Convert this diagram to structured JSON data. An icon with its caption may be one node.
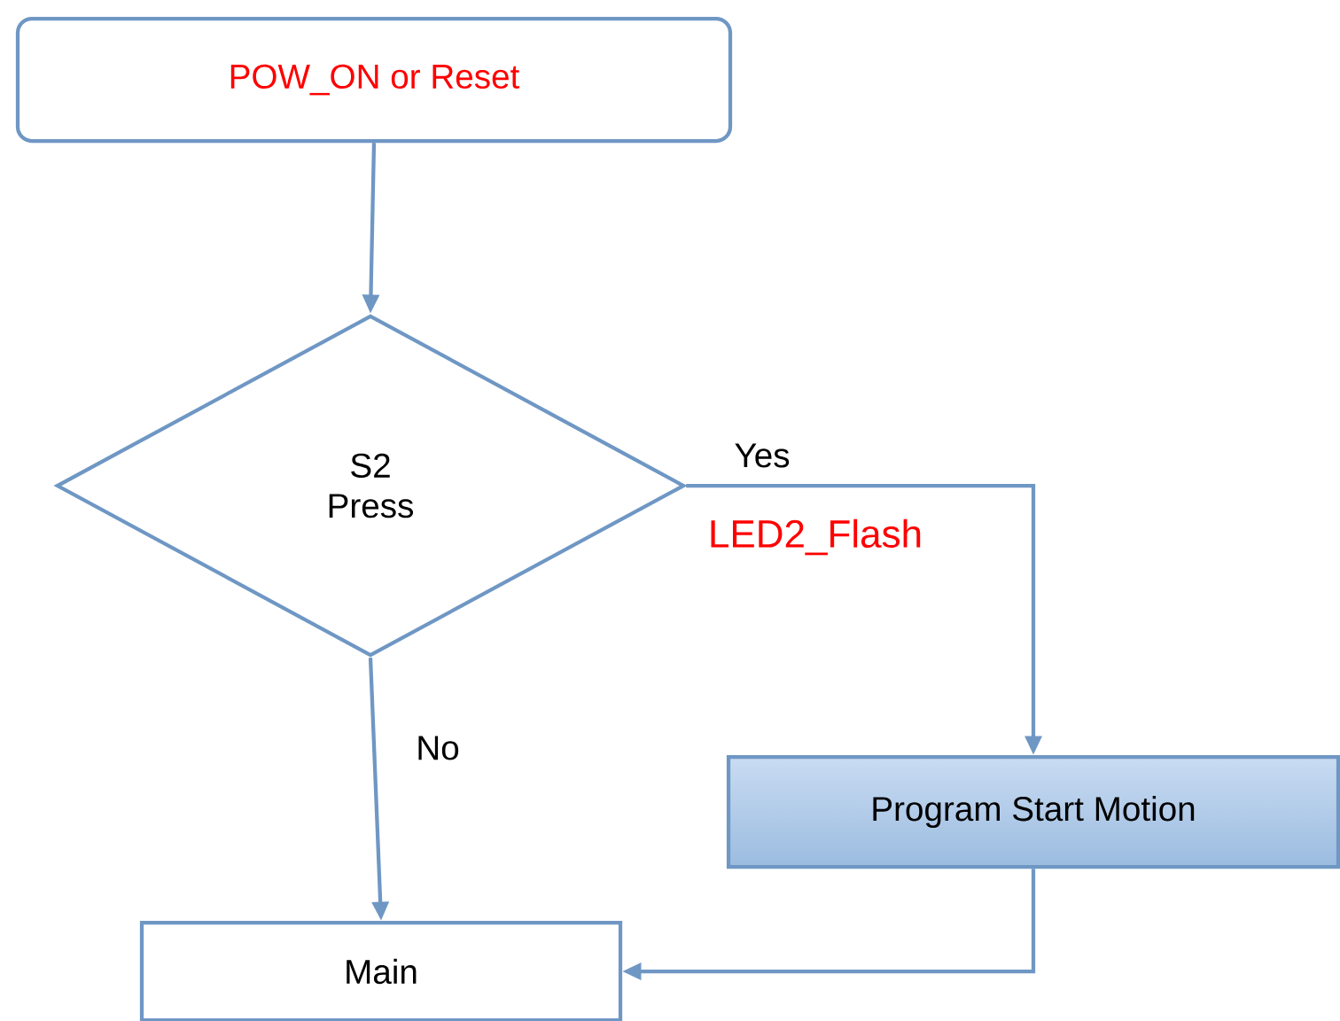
{
  "diagram": {
    "nodes": [
      {
        "text": [
          "POW_ON or Reset"
        ]
      },
      {
        "text": [
          "S2 Press"
        ]
      },
      {
        "text": [
          "Program Start Motion"
        ]
      },
      {
        "text": [
          "Main"
        ]
      }
    ],
    "edges": [
      {
        "from": 0,
        "to": 1,
        "arrow": "to"
      },
      {
        "from": 1,
        "to": 2,
        "arrow": "to",
        "label": "Yes"
      },
      {
        "from": 1,
        "to": 3,
        "arrow": "to",
        "label": "No"
      },
      {
        "from": 2,
        "to": 3,
        "arrow": "to"
      }
    ],
    "labels": [
      "LED2_Flash"
    ]
  }
}
